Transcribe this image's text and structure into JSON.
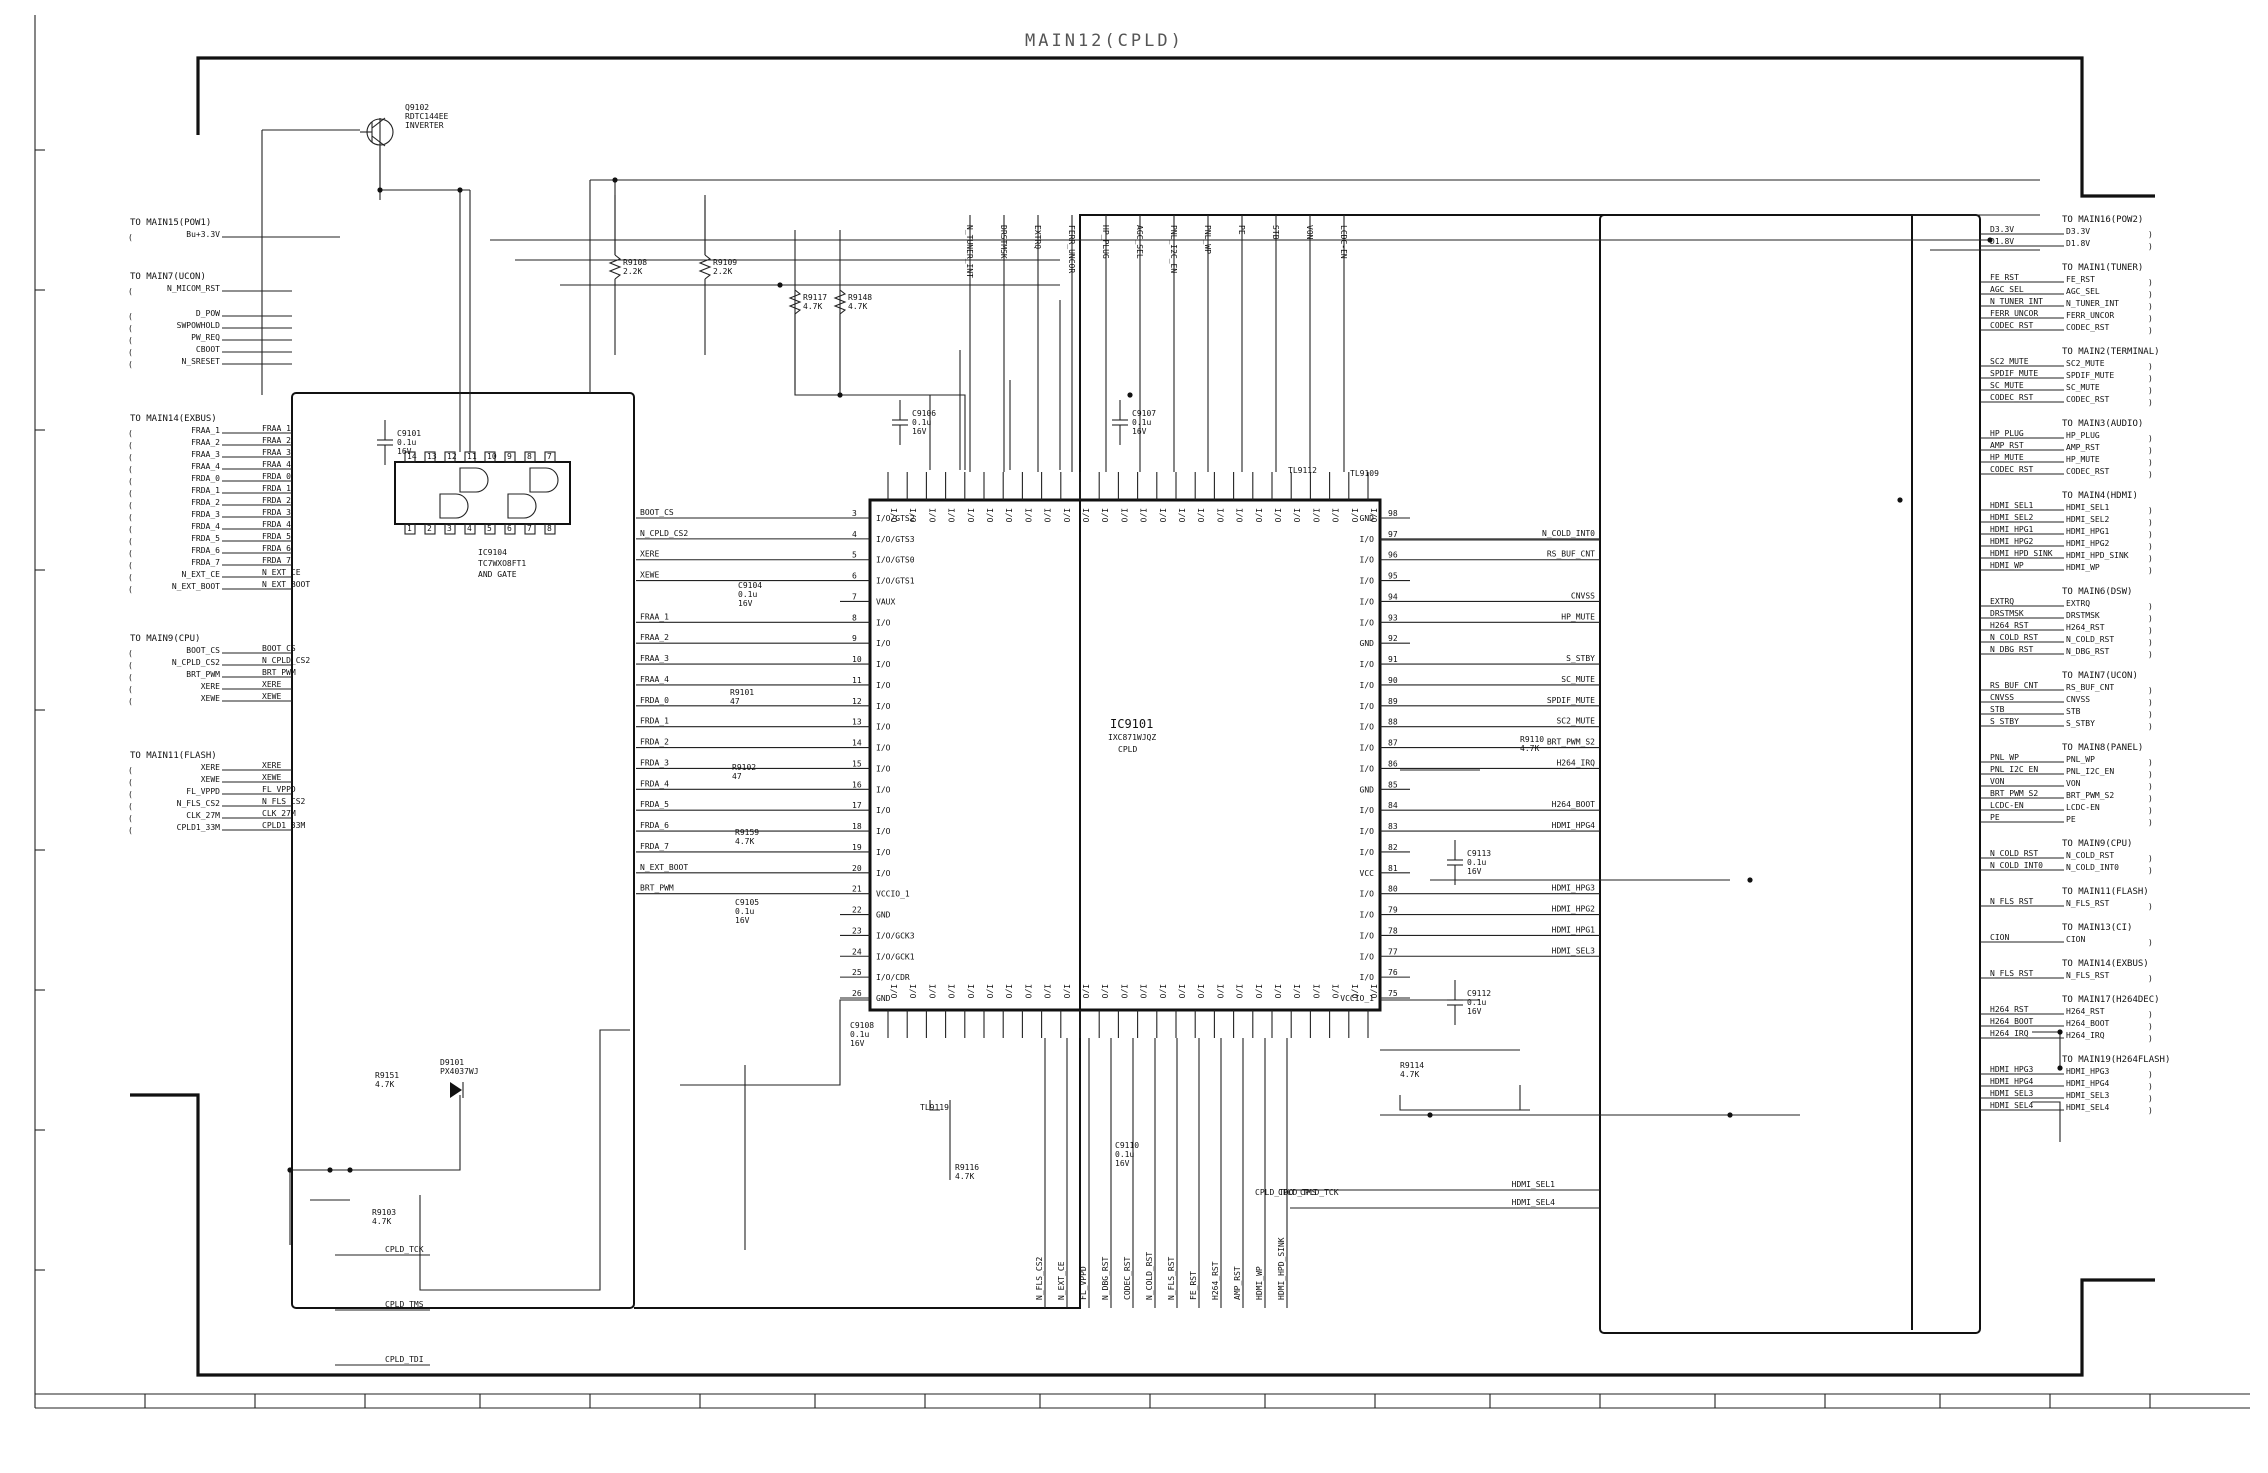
{
  "title": "MAIN12(CPLD)",
  "ic_main": {
    "ref": "IC9101",
    "part": "IXC871WJQZ",
    "func": "CPLD"
  },
  "ic_gate": {
    "ref": "IC9104",
    "part": "TC7WXO8FT1",
    "func": "AND GATE"
  },
  "transistor": {
    "ref": "Q9102",
    "part": "RDTC144EE",
    "func": "INVERTER"
  },
  "diode": {
    "ref": "D9101",
    "part": "PX4037WJ"
  },
  "resistors_top": [
    {
      "ref": "R9108",
      "val": "2.2K"
    },
    {
      "ref": "R9109",
      "val": "2.2K"
    },
    {
      "ref": "R9117",
      "val": "4.7K"
    },
    {
      "ref": "R9148",
      "val": "4.7K"
    }
  ],
  "caps": [
    {
      "ref": "C9101",
      "val": "0.1u",
      "v": "16V"
    },
    {
      "ref": "C9106",
      "val": "0.1u",
      "v": "16V"
    },
    {
      "ref": "C9107",
      "val": "0.1u",
      "v": "16V"
    },
    {
      "ref": "C9113",
      "val": "0.1u",
      "v": "16V"
    },
    {
      "ref": "C9112",
      "val": "0.1u",
      "v": "16V"
    }
  ],
  "left_groups": [
    {
      "title": "TO MAIN15(POW1)",
      "nets": [
        "Bu+3.3V"
      ]
    },
    {
      "title": "TO MAIN7(UCON)",
      "nets": [
        "N_MICOM_RST",
        "D_POW",
        "SWPOWHOLD",
        "PW_REQ",
        "CBOOT",
        "N_SRESET"
      ]
    },
    {
      "title": "TO MAIN14(EXBUS)",
      "nets": [
        "FRAA_1",
        "FRAA_2",
        "FRAA_3",
        "FRAA_4",
        "FRDA_0",
        "FRDA_1",
        "FRDA_2",
        "FRDA_3",
        "FRDA_4",
        "FRDA_5",
        "FRDA_6",
        "FRDA_7",
        "N_EXT_CE",
        "N_EXT_BOOT"
      ]
    },
    {
      "title": "TO MAIN9(CPU)",
      "nets": [
        "BOOT_CS",
        "N_CPLD_CS2",
        "BRT_PWM",
        "XERE",
        "XEWE"
      ]
    },
    {
      "title": "TO MAIN11(FLASH)",
      "nets": [
        "XERE",
        "XEWE",
        "FL_VPPD",
        "N_FLS_CS2",
        "CLK_27M",
        "CPLD1_33M"
      ]
    }
  ],
  "right_groups": [
    {
      "title": "TO MAIN16(POW2)",
      "nets": [
        "D3.3V",
        "D1.8V"
      ]
    },
    {
      "title": "TO MAIN1(TUNER)",
      "nets": [
        "FE_RST",
        "AGC_SEL",
        "N_TUNER_INT",
        "FERR_UNCOR",
        "CODEC_RST"
      ]
    },
    {
      "title": "TO MAIN2(TERMINAL)",
      "nets": [
        "SC2_MUTE",
        "SPDIF_MUTE",
        "SC_MUTE",
        "CODEC_RST"
      ]
    },
    {
      "title": "TO MAIN3(AUDIO)",
      "nets": [
        "HP_PLUG",
        "AMP_RST",
        "HP_MUTE",
        "CODEC_RST"
      ]
    },
    {
      "title": "TO MAIN4(HDMI)",
      "nets": [
        "HDMI_SEL1",
        "HDMI_SEL2",
        "HDMI_HPG1",
        "HDMI_HPG2",
        "HDMI_HPD_SINK",
        "HDMI_WP"
      ]
    },
    {
      "title": "TO MAIN6(DSW)",
      "nets": [
        "EXTRQ",
        "DRSTMSK",
        "H264_RST",
        "N_COLD_RST",
        "N_DBG_RST"
      ]
    },
    {
      "title": "TO MAIN7(UCON)",
      "nets": [
        "RS_BUF_CNT",
        "CNVSS",
        "STB",
        "S_STBY"
      ]
    },
    {
      "title": "TO MAIN8(PANEL)",
      "nets": [
        "PNL_WP",
        "PNL_I2C_EN",
        "VON",
        "BRT_PWM_S2",
        "LCDC-EN",
        "PE"
      ]
    },
    {
      "title": "TO MAIN9(CPU)",
      "nets": [
        "N_COLD_RST",
        "N_COLD_INT0"
      ]
    },
    {
      "title": "TO MAIN11(FLASH)",
      "nets": [
        "N_FLS_RST"
      ]
    },
    {
      "title": "TO MAIN13(CI)",
      "nets": [
        "CION"
      ]
    },
    {
      "title": "TO MAIN14(EXBUS)",
      "nets": [
        "N_FLS_RST"
      ]
    },
    {
      "title": "TO MAIN17(H264DEC)",
      "nets": [
        "H264_RST",
        "H264_BOOT",
        "H264_IRQ"
      ]
    },
    {
      "title": "TO MAIN19(H264FLASH)",
      "nets": [
        "HDMI_HPG3",
        "HDMI_HPG4",
        "HDMI_SEL3",
        "HDMI_SEL4"
      ]
    }
  ],
  "ic_left_pins": [
    "I/O/GTS2",
    "I/O/GTS3",
    "I/O/GTS0",
    "I/O/GTS1",
    "VAUX",
    "I/O",
    "I/O",
    "I/O",
    "I/O",
    "I/O",
    "I/O",
    "I/O",
    "I/O",
    "I/O",
    "I/O",
    "I/O",
    "I/O",
    "I/O",
    "VCCIO_1",
    "GND",
    "I/O/GCK3",
    "I/O/GCK1",
    "I/O/CDR",
    "GND"
  ],
  "ic_left_nets": [
    "BOOT_CS",
    "N_CPLD_CS2",
    "XERE",
    "XEWE",
    "",
    "FRAA_1",
    "FRAA_2",
    "FRAA_3",
    "FRAA_4",
    "FRDA_0",
    "FRDA_1",
    "FRDA_2",
    "FRDA_3",
    "FRDA_4",
    "FRDA_5",
    "FRDA_6",
    "FRDA_7",
    "N_EXT_BOOT",
    "BRT_PWM",
    "",
    "",
    "",
    "",
    ""
  ],
  "ic_right_pins": [
    "GND",
    "I/O",
    "I/O",
    "I/O",
    "I/O",
    "I/O",
    "GND",
    "I/O",
    "I/O",
    "I/O",
    "I/O",
    "I/O",
    "I/O",
    "GND",
    "I/O",
    "I/O",
    "I/O",
    "VCC",
    "I/O",
    "I/O",
    "I/O",
    "I/O",
    "I/O",
    "VCCIO_1"
  ],
  "ic_right_nets": [
    "",
    "N_COLD_INT0",
    "RS_BUF_CNT",
    "",
    "CNVSS",
    "HP_MUTE",
    "",
    "S_STBY",
    "SC_MUTE",
    "SPDIF_MUTE",
    "SC2_MUTE",
    "BRT_PWM_S2",
    "H264_IRQ",
    "",
    "H264_BOOT",
    "HDMI_HPG4",
    "",
    "",
    "HDMI_HPG3",
    "HDMI_HPG2",
    "HDMI_HPG1",
    "HDMI_SEL3",
    "",
    ""
  ],
  "ic_top_nets": [
    "N_TUNER_INT",
    "DRSTMSK",
    "EXTRQ",
    "FERR_UNCOR",
    "HP_PLUG",
    "AGC_SEL",
    "PNL_I2C_EN",
    "PNL_WP",
    "PE",
    "STB",
    "VON",
    "LCDC-EN"
  ],
  "ic_bottom_nets": [
    "N_FLS_CS2",
    "N_EXT_CE",
    "FL_VPPD",
    "N_DBG_RST",
    "CODEC_RST",
    "N_COLD_RST",
    "N_FLS_RST",
    "FE_RST",
    "H264_RST",
    "AMP_RST",
    "HDMI_WP",
    "HDMI_HPD_SINK"
  ],
  "bottom_left_nets": [
    "CPLD_TCK",
    "CPLD_TMS",
    "CPLD_TDI"
  ],
  "bottom_right_nets": [
    "HDMI_SEL1",
    "HDMI_SEL4"
  ],
  "misc_labels": [
    "R9151",
    "4.7K",
    "R9103",
    "4.7K",
    "TL9119",
    "R9116",
    "4.7K",
    "C9110",
    "0.1u",
    "16V",
    "R9114",
    "4.7K",
    "R9110",
    "4.7K",
    "R9101",
    "47",
    "R9102",
    "47",
    "R9159",
    "4.7K",
    "C9104",
    "0.1u",
    "16V",
    "C9105",
    "0.1u",
    "16V",
    "C9108",
    "0.1u",
    "16V",
    "TL9112",
    "TL9109",
    "CPLD_TDO",
    "CPLD_TMS",
    "CPLD_TCK"
  ],
  "colors": {
    "line": "#222222",
    "frame": "#111111",
    "title": "#555555"
  }
}
